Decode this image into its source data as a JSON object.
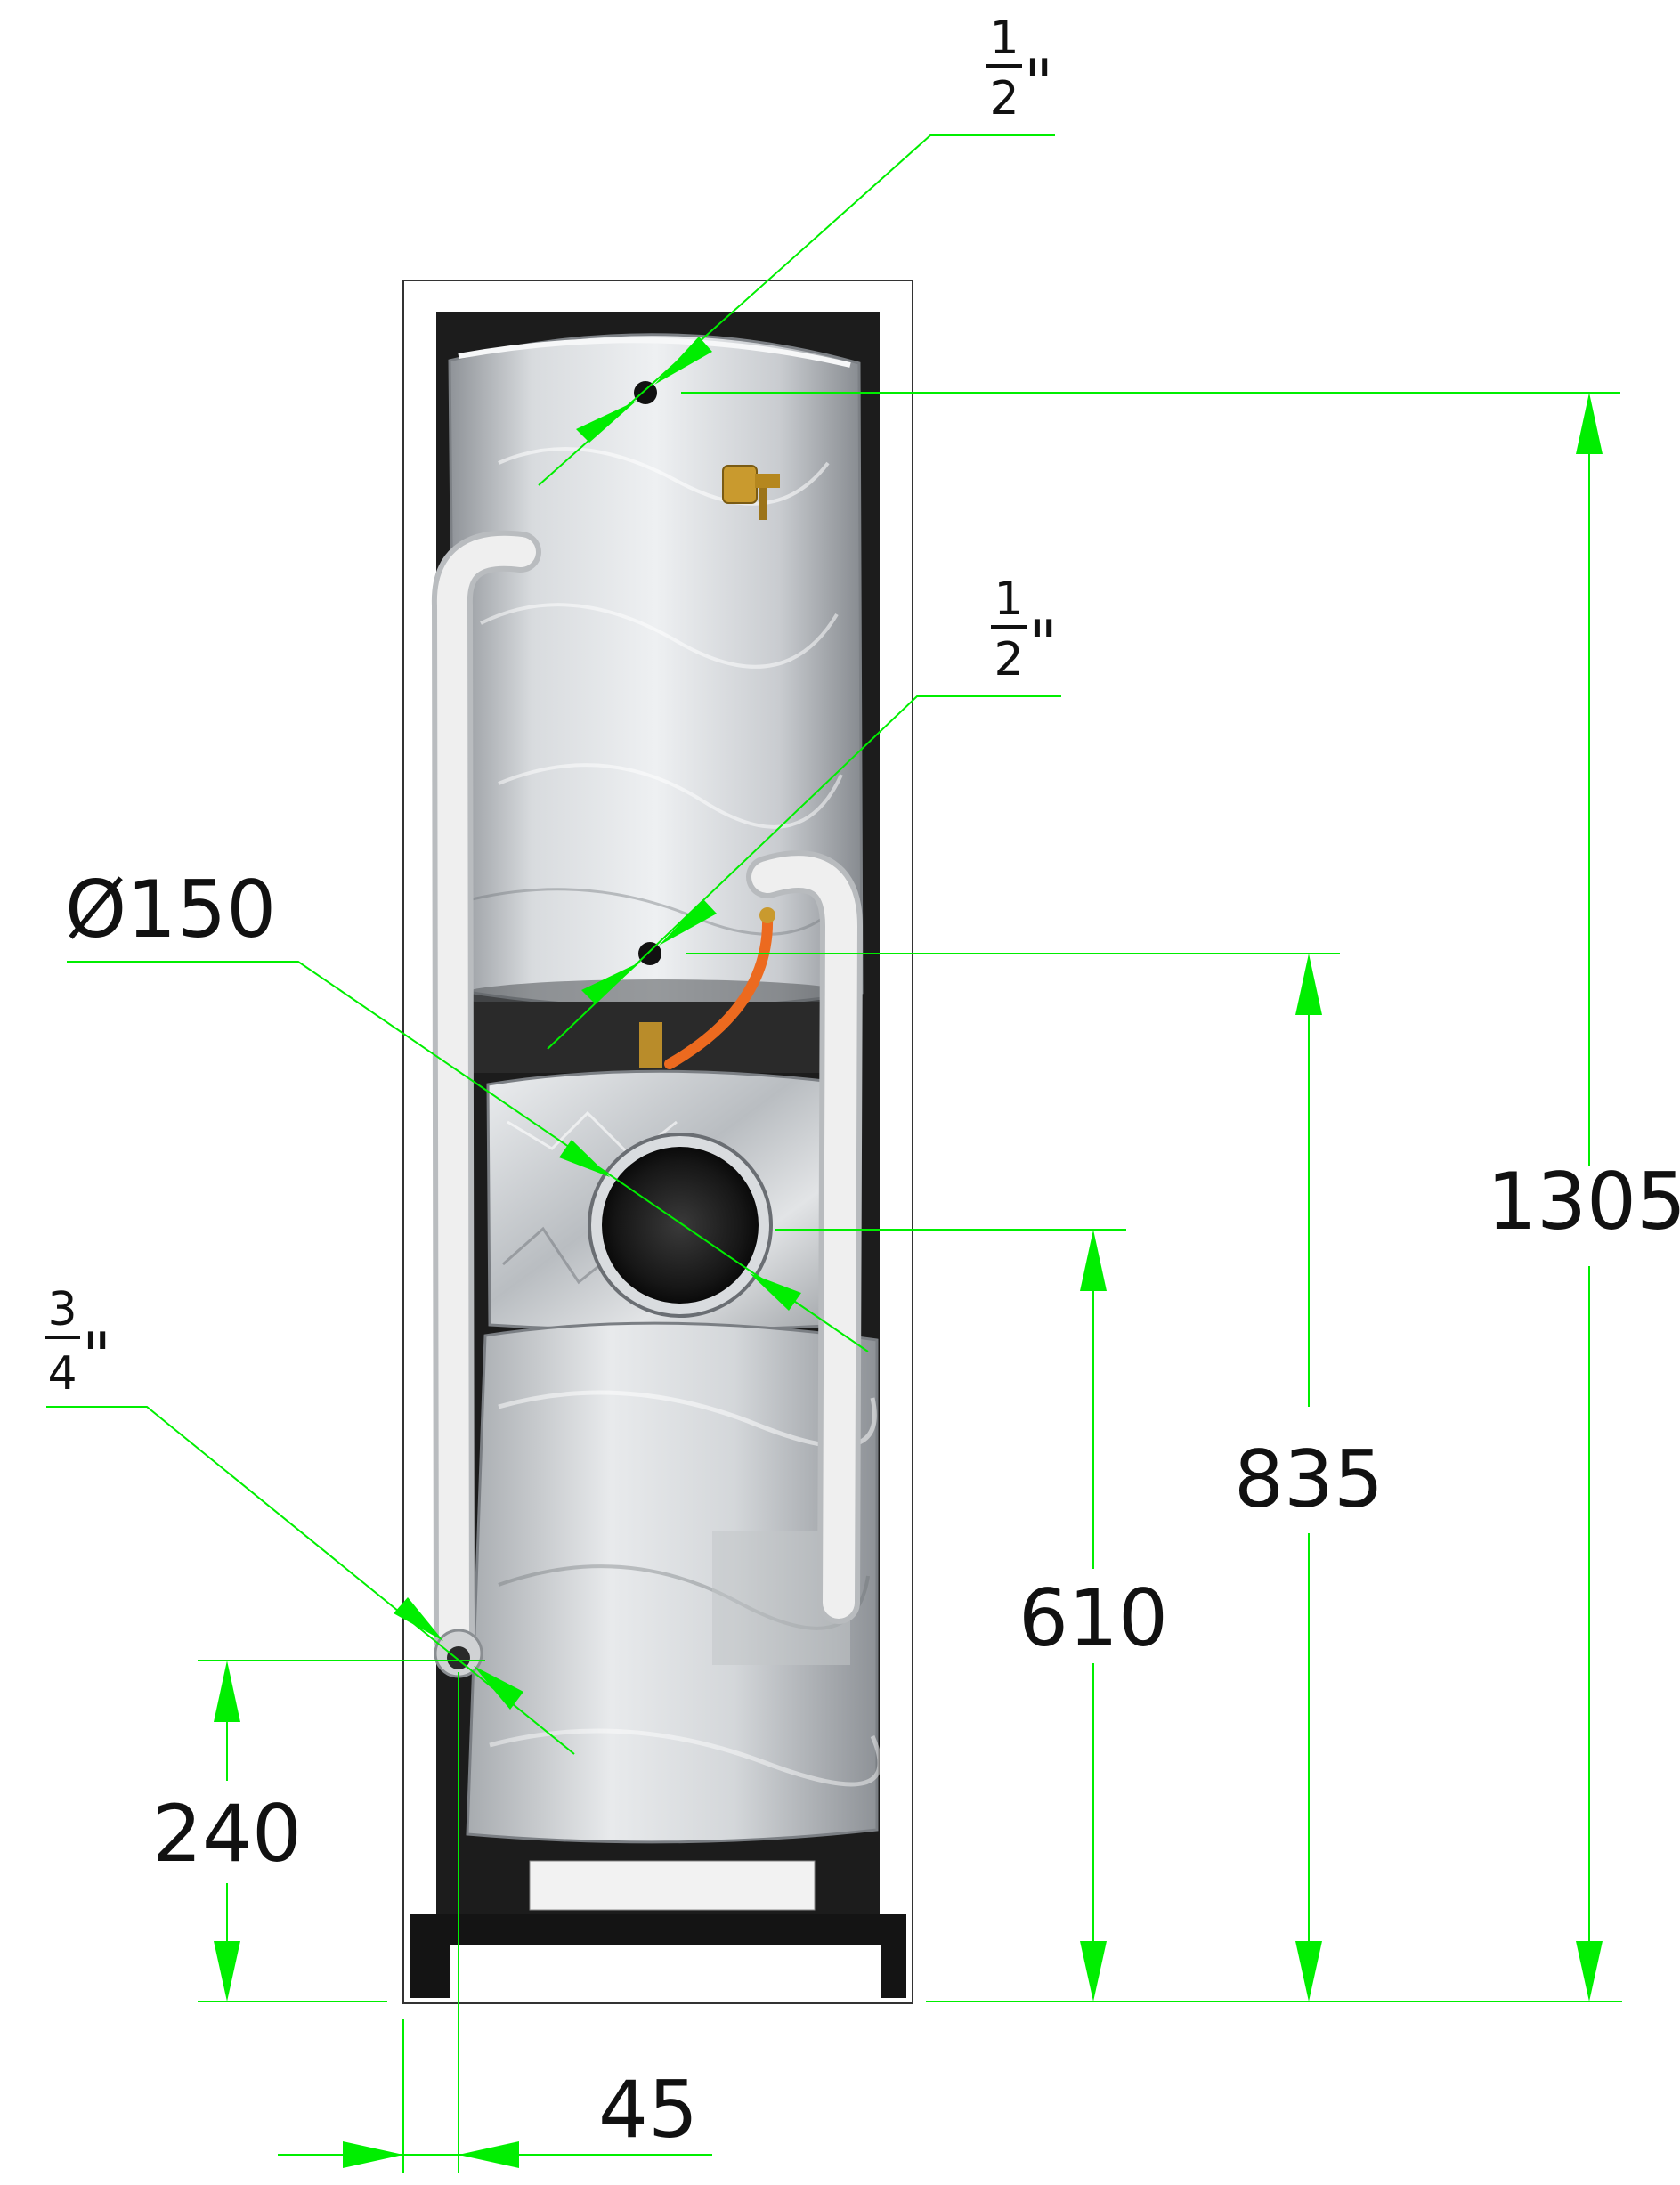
{
  "colors": {
    "dimension_line": "#00ee00",
    "cabinet_frame": "#222222",
    "insulation_light": "#e4e6e8",
    "insulation_dark": "#9a9ea3",
    "pipe_foam": "#ececec",
    "brass": "#c99a2e",
    "orange_hose": "#ec6a1f",
    "text": "#111111"
  },
  "labels": {
    "top_fitting": {
      "numerator": "1",
      "denominator": "2",
      "unit": "\""
    },
    "middle_fitting": {
      "numerator": "1",
      "denominator": "2",
      "unit": "\""
    },
    "flue": "Ø150",
    "side_fitting": {
      "numerator": "3",
      "denominator": "4",
      "unit": "\""
    }
  },
  "dimensions": {
    "overall_height": "1305",
    "middle_fitting_height": "835",
    "flue_height": "610",
    "side_fitting_height": "240",
    "side_offset": "45"
  }
}
